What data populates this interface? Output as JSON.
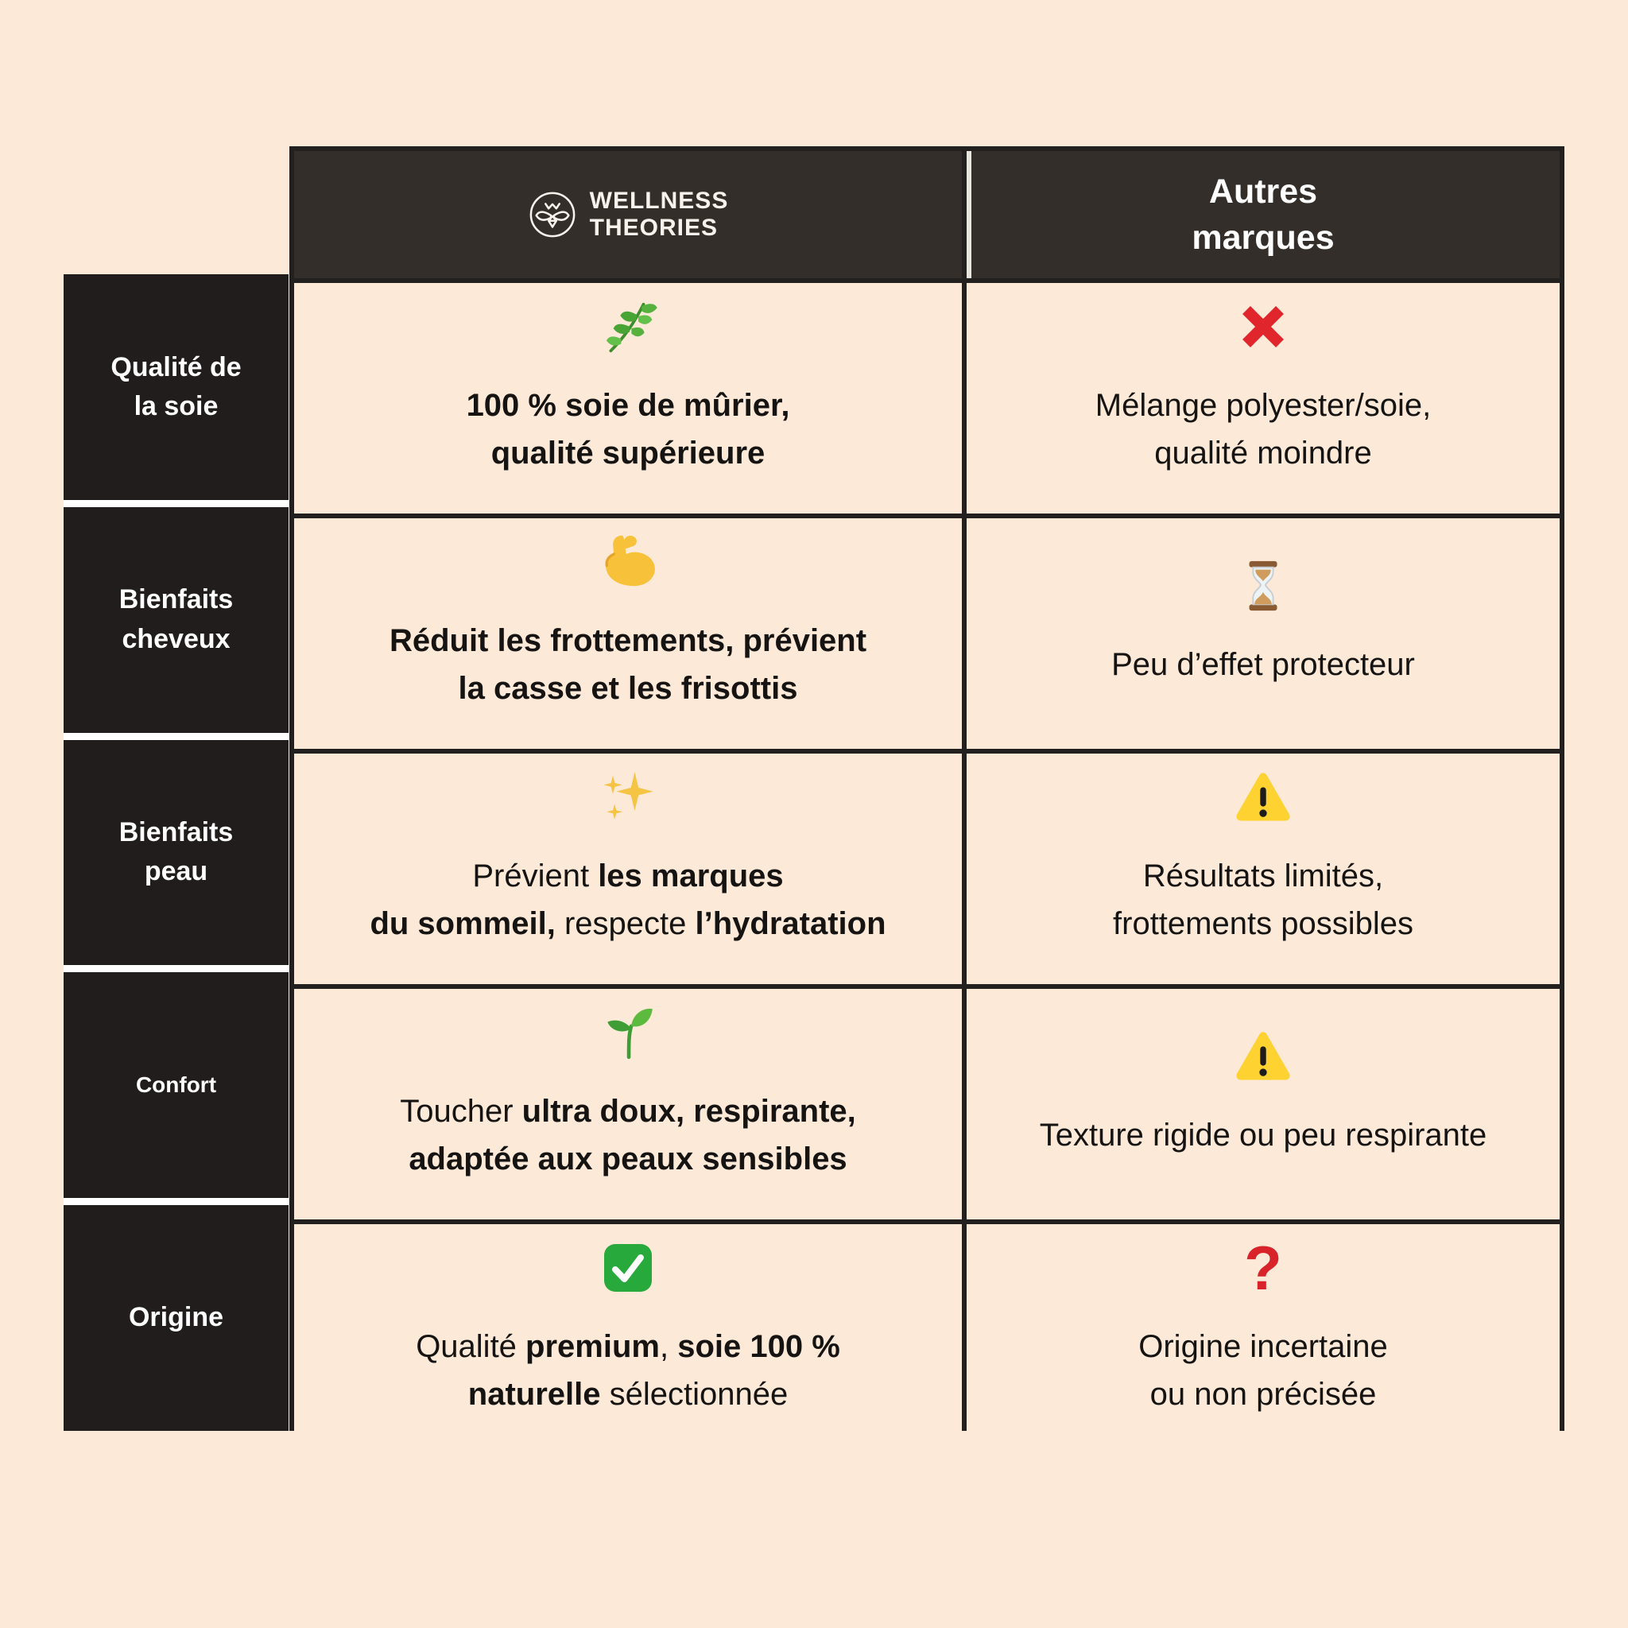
{
  "header": {
    "brand": {
      "logo_icon": "bee-logo",
      "name": "WELLNESS\nTHEORIES"
    },
    "competitor": "Autres\nmarques"
  },
  "rows": [
    {
      "label": "Qualité de\nla soie",
      "brand_cell": {
        "icon": "herb",
        "segments": [
          {
            "text": "100 % soie de mûrier,\nqualité supérieure",
            "bold": true
          }
        ]
      },
      "other_cell": {
        "icon": "cross-mark",
        "segments": [
          {
            "text": "Mélange polyester/soie,\nqualité moindre",
            "bold": false
          }
        ]
      }
    },
    {
      "label": "Bienfaits\ncheveux",
      "brand_cell": {
        "icon": "flexed-biceps",
        "segments": [
          {
            "text": "Réduit les frottements, prévient\nla casse et les frisottis",
            "bold": true
          }
        ]
      },
      "other_cell": {
        "icon": "hourglass",
        "segments": [
          {
            "text": "Peu d’effet protecteur",
            "bold": false
          }
        ]
      }
    },
    {
      "label": "Bienfaits\npeau",
      "brand_cell": {
        "icon": "sparkles",
        "segments": [
          {
            "text": "Prévient ",
            "bold": false
          },
          {
            "text": "les marques\ndu sommeil,",
            "bold": true
          },
          {
            "text": " respecte ",
            "bold": false
          },
          {
            "text": "l’hydratation",
            "bold": true
          }
        ]
      },
      "other_cell": {
        "icon": "warning",
        "segments": [
          {
            "text": "Résultats limités,\nfrottements possibles",
            "bold": false
          }
        ]
      }
    },
    {
      "label": "Confort",
      "brand_cell": {
        "icon": "seedling",
        "segments": [
          {
            "text": "Toucher ",
            "bold": false
          },
          {
            "text": "ultra doux, respirante,\nadaptée aux peaux sensibles",
            "bold": true
          }
        ]
      },
      "other_cell": {
        "icon": "warning",
        "segments": [
          {
            "text": "Texture rigide ou peu respirante",
            "bold": false
          }
        ]
      }
    },
    {
      "label": "Origine",
      "brand_cell": {
        "icon": "check-mark",
        "segments": [
          {
            "text": "Qualité ",
            "bold": false
          },
          {
            "text": "premium",
            "bold": true
          },
          {
            "text": ", ",
            "bold": false
          },
          {
            "text": "soie 100 %\nnaturelle",
            "bold": true
          },
          {
            "text": " sélectionnée",
            "bold": false
          }
        ]
      },
      "other_cell": {
        "icon": "question-mark",
        "segments": [
          {
            "text": "Origine incertaine\nou non précisée",
            "bold": false
          }
        ]
      }
    }
  ],
  "colors": {
    "page_background": "#fce9d8",
    "header_background": "#332e29",
    "label_background": "#201d1c",
    "grid_border": "#232120",
    "label_gap": "#ffffff",
    "header_divider": "#e6e5de",
    "text": "#161413",
    "accent_red": "#e0262c",
    "accent_green": "#2ba23c",
    "accent_yellow": "#fdd231",
    "accent_gold": "#f6c445"
  }
}
